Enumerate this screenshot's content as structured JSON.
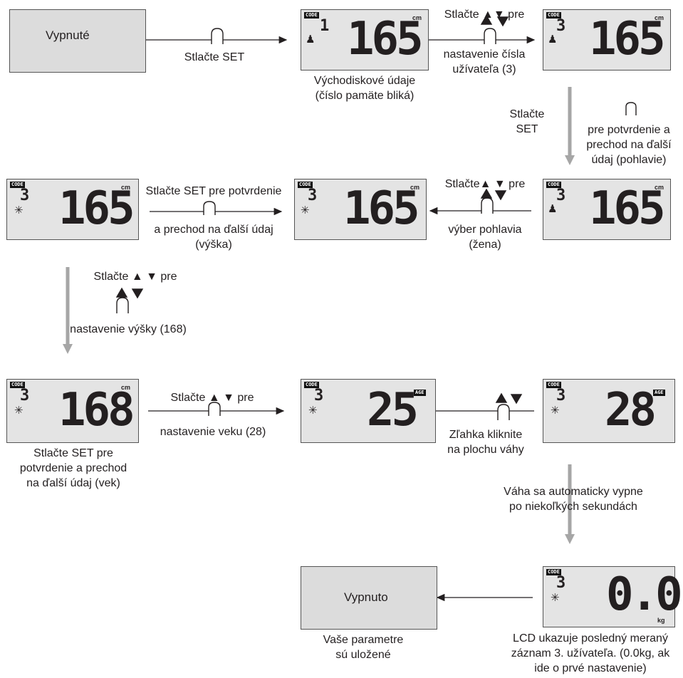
{
  "diagram": {
    "box_off_top": "Vypnuté",
    "box_off_bottom": "Vypnuto",
    "labels": {
      "press_set_1": "Stlačte SET",
      "default_data": "Východiskové údaje\n(číslo pamäte bliká)",
      "press_arrows_user_top": "Stlačte ▲▼ pre",
      "press_arrows_user_bottom": "nastavenie čísla\nužívateľa (3)",
      "press_set_2": "Stlačte\nSET",
      "confirm_gender": "pre potvrdenie a\nprechod na ďalší\núdaj (pohlavie)",
      "gender_top": "Stlačte▲ ▼ pre",
      "gender_bottom": "výber pohlavia\n(žena)",
      "confirm_height_top": "Stlačte SET pre potvrdenie",
      "confirm_height_bottom": "a prechod na ďalší údaj\n(výška)",
      "height_top": "Stlačte ▲ ▼  pre",
      "height_bottom": "nastavenie výšky (168)",
      "confirm_age": "Stlačte SET pre\npotvrdenie a prechod\nna ďalší údaj (vek)",
      "age_top": "Stlačte ▲ ▼  pre",
      "age_bottom": "nastavenie veku (28)",
      "tap_scale": "Zľahka kliknite\nna plochu váhy",
      "auto_off": "Váha sa automaticky vypne\npo niekoľkých sekundách",
      "saved": "Vaše parametre\nsú uložené",
      "lcd_last": "LCD ukazuje posledný meraný\nzáznam 3. užívateľa. (0.0kg, ak\nide o prvé nastavenie)"
    },
    "lcd": {
      "code_tag": "CODE",
      "unit_cm": "cm",
      "unit_kg": "kg",
      "age_tag": "AGE",
      "d1": {
        "user": "1",
        "value": "165"
      },
      "d2": {
        "user": "3",
        "value": "165"
      },
      "d3": {
        "user": "3",
        "value": "165"
      },
      "d4": {
        "user": "3",
        "value": "165"
      },
      "d5": {
        "user": "3",
        "value": "165"
      },
      "d6": {
        "user": "3",
        "value": "168"
      },
      "d7": {
        "user": "3",
        "value": "25"
      },
      "d8": {
        "user": "3",
        "value": "28"
      },
      "d9": {
        "user": "3",
        "value": "0.0"
      }
    }
  }
}
